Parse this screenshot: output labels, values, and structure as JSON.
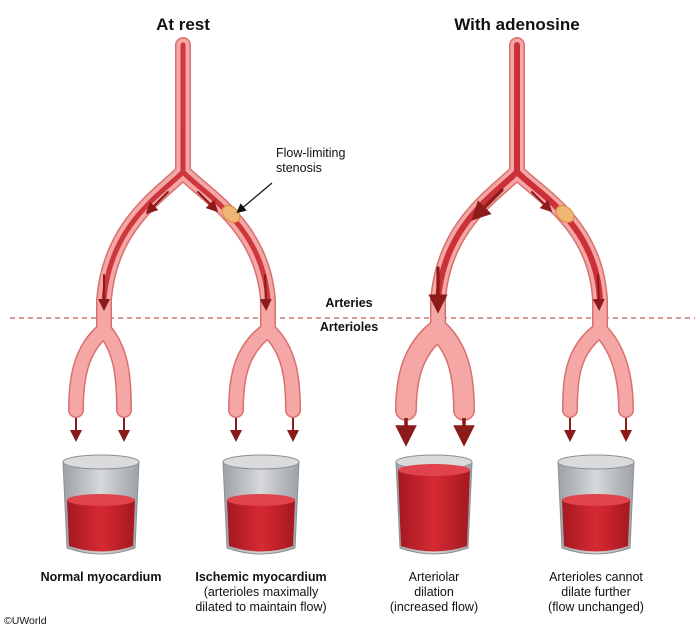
{
  "titles": {
    "rest": "At rest",
    "adenosine": "With adenosine"
  },
  "callout": {
    "line1": "Flow-limiting",
    "line2": "stenosis"
  },
  "boundary": {
    "above": "Arteries",
    "below": "Arterioles"
  },
  "captions": {
    "normal": {
      "line1": "Normal myocardium",
      "line2": "",
      "line3": ""
    },
    "ischemic": {
      "line1": "Ischemic myocardium",
      "line2": "(arterioles maximally",
      "line3": "dilated to maintain flow)"
    },
    "dilation": {
      "line1": "Arteriolar",
      "line2": "dilation",
      "line3": "(increased flow)"
    },
    "unchanged": {
      "line1": "Arterioles cannot",
      "line2": "dilate further",
      "line3": "(flow unchanged)"
    }
  },
  "copyright": "©UWorld",
  "colors": {
    "vessel_wall": "#f4a7a5",
    "vessel_edge": "#d9706e",
    "lumen": "#c8232c",
    "flow_arrow": "#8b1a1a",
    "blood": "#c8202a",
    "cup_gray": "#b9bcbf",
    "stenosis": "#f0b774",
    "divider": "#c06060"
  }
}
